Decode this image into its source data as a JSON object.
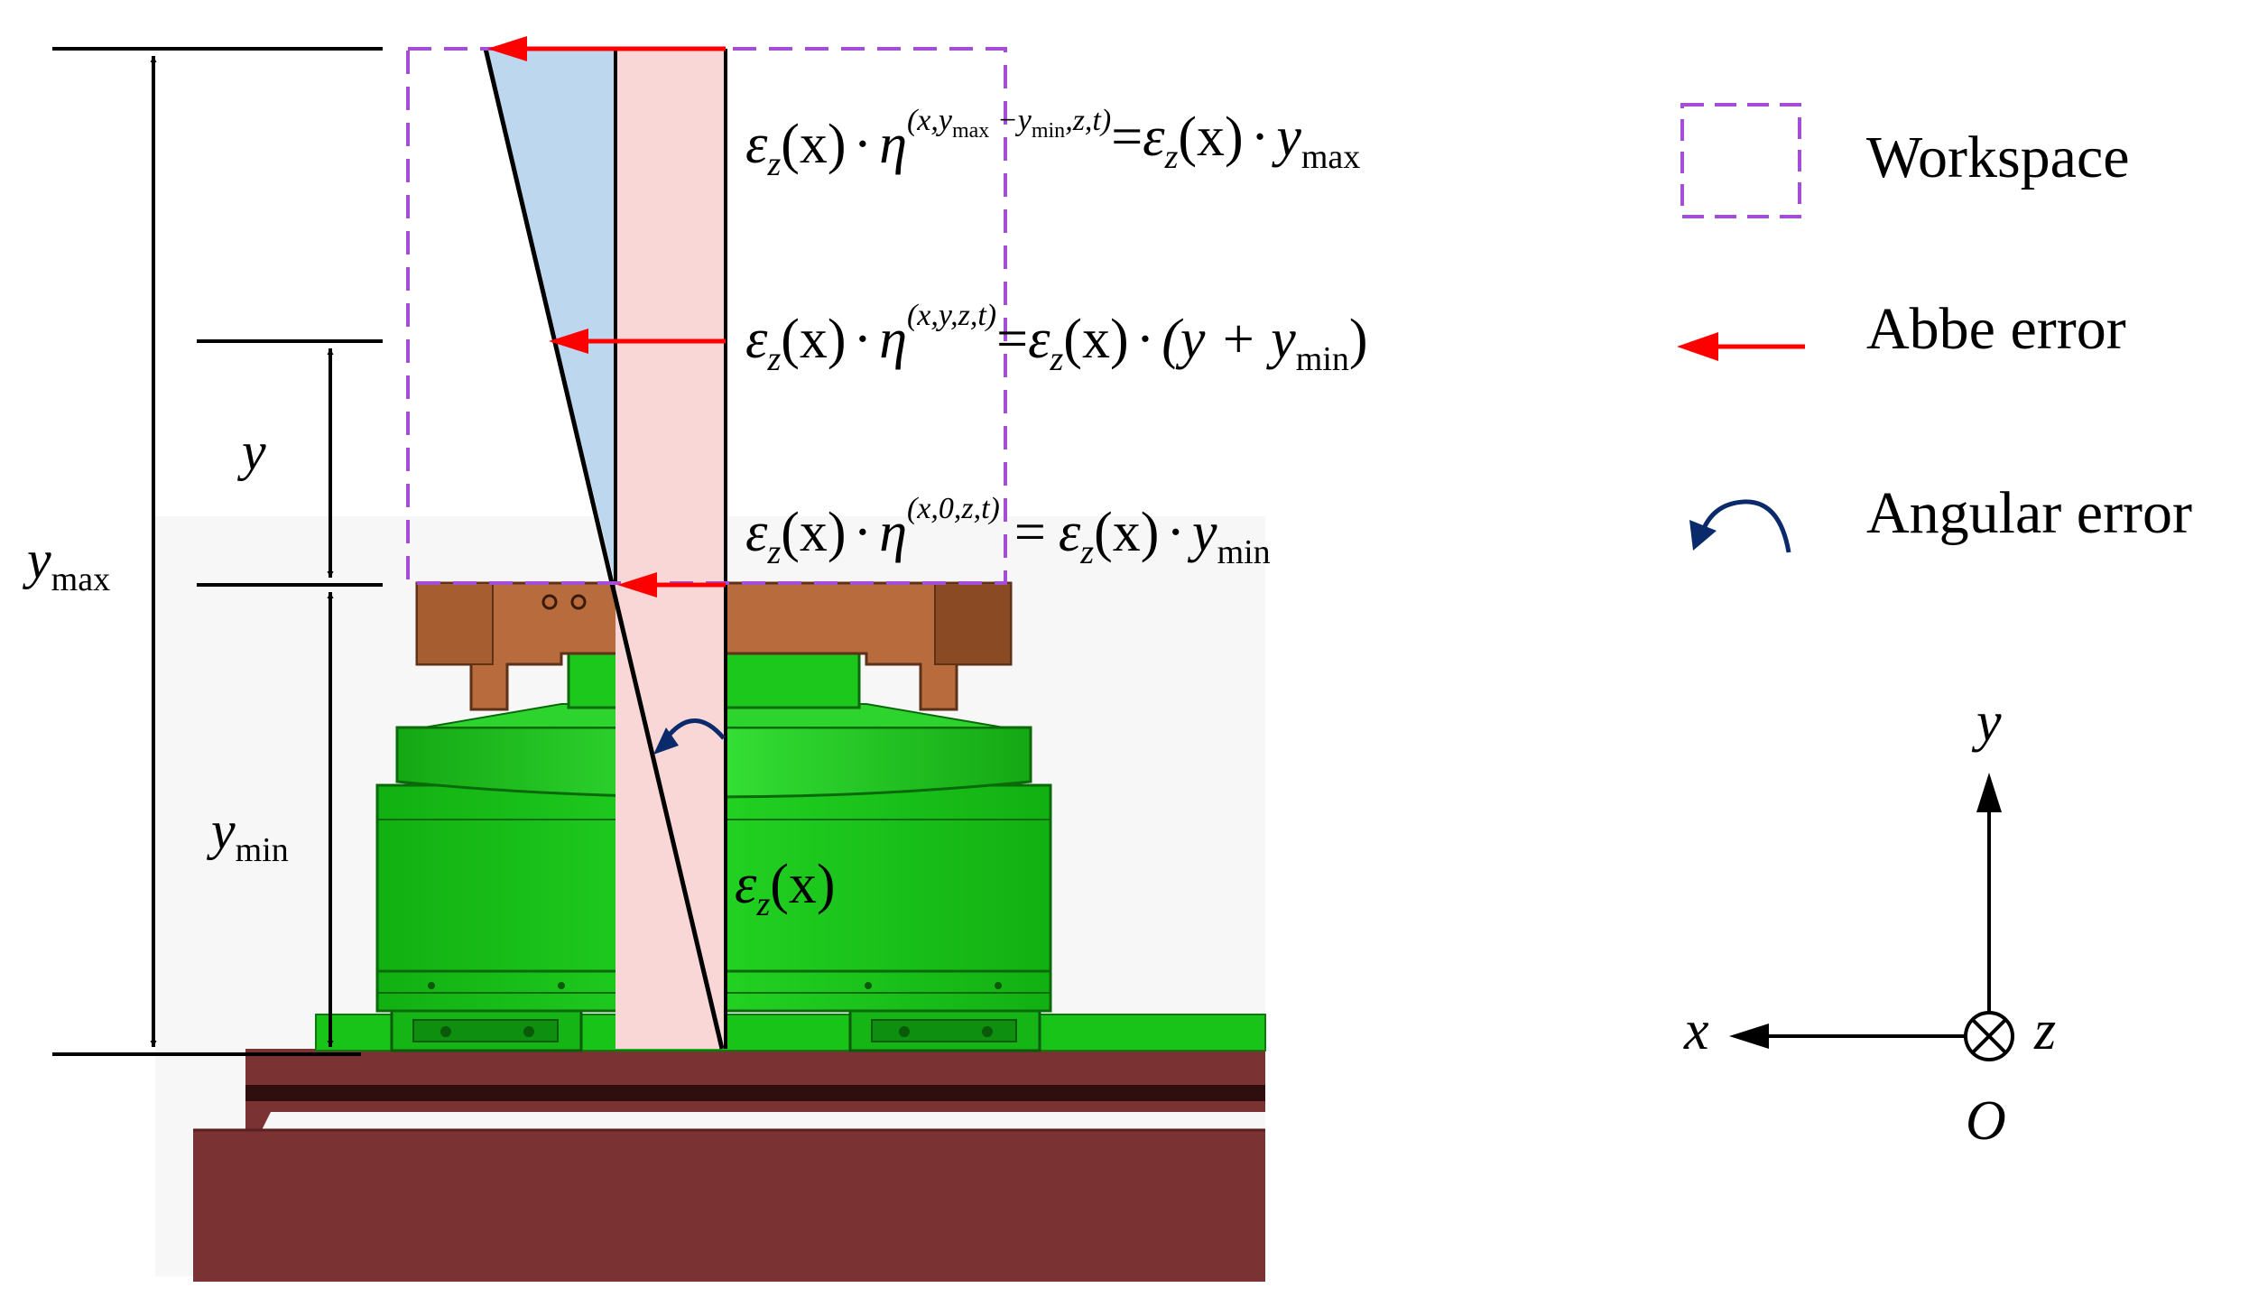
{
  "colors": {
    "workspace_border": "#A64DD6",
    "abbe_arrow": "#FF0000",
    "angular_arrow": "#0A2A6B",
    "light_blue_fill": "#BDD7EE",
    "pink_fill": "#F8D7D6",
    "green_stage": "#18C418",
    "bronze_fixture": "#B86B3C",
    "maroon_base": "#7A3232"
  },
  "dimensions": {
    "y_symbol": "y",
    "ymax_symbol": "y",
    "ymax_sub": "max",
    "ymin_symbol": "y",
    "ymin_sub": "min"
  },
  "equations": {
    "top": {
      "lhs": "ε",
      "lhs_sub": "z",
      "arg": "(x)",
      "dot": "·",
      "eta": "η",
      "sup": "(x,y",
      "sup_s1": "max",
      "sup_mid": " −y",
      "sup_s2": "min",
      "sup_end": ",z,t)",
      "eq": "=",
      "rhs": "ε",
      "rhs_sub": "z",
      "rhs_arg": "(x)",
      "rhs_dot": "·",
      "rhs_var": "y",
      "rhs_var_sub": "max"
    },
    "middle": {
      "lhs": "ε",
      "lhs_sub": "z",
      "arg": "(x)",
      "dot": "·",
      "eta": "η",
      "sup": "(x,y,z,t)",
      "eq": "=",
      "rhs": "ε",
      "rhs_sub": "z",
      "rhs_arg": "(x)",
      "rhs_dot": "·",
      "rhs_paren": "(y + y",
      "rhs_var_sub": "min",
      "rhs_close": ")"
    },
    "bottom": {
      "lhs": "ε",
      "lhs_sub": "z",
      "arg": "(x)",
      "dot": "·",
      "eta": "η",
      "sup": "(x,0,z,t)",
      "eq": "=",
      "rhs": "ε",
      "rhs_sub": "z",
      "rhs_arg": "(x)",
      "rhs_dot": "·",
      "rhs_var": "y",
      "rhs_var_sub": "min"
    },
    "angle": {
      "sym": "ε",
      "sub": "z",
      "arg": "(x)"
    }
  },
  "legend": {
    "workspace": "Workspace",
    "abbe": "Abbe error",
    "angular": "Angular error"
  },
  "axes": {
    "y_label": "y",
    "x_label": "x",
    "z_label": "z",
    "origin_label": "O"
  }
}
